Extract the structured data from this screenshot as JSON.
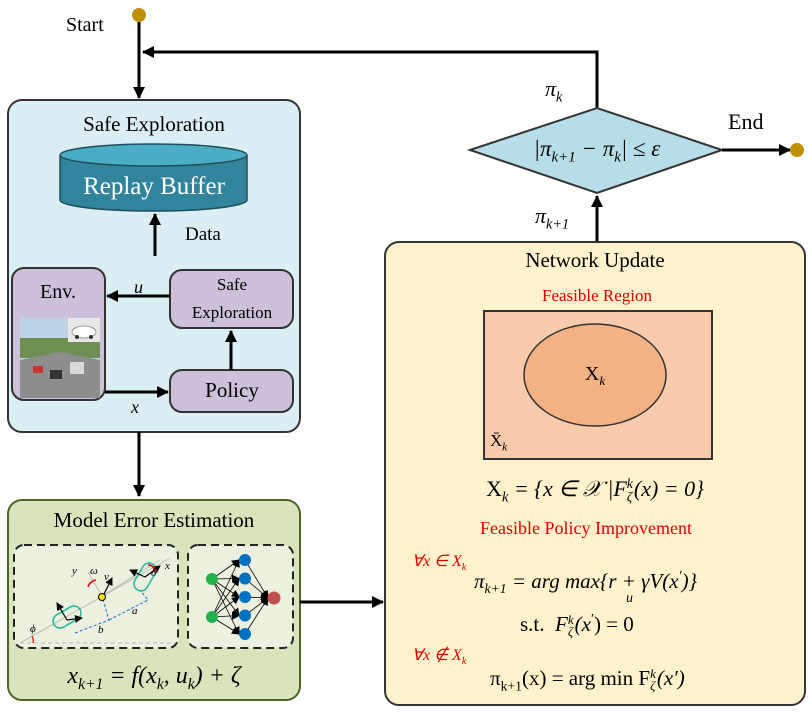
{
  "flow": {
    "start": "Start",
    "end": "End",
    "loop_label": {
      "base": "π",
      "sub": "k"
    },
    "convergence": {
      "open": "|π",
      "sub1": "k+1",
      "mid": " − π",
      "sub2": "k",
      "close": "| ≤ ε"
    },
    "update_label": {
      "base": "π",
      "sub": "k+1"
    }
  },
  "safe_exploration": {
    "title": "Safe Exploration",
    "replay_buffer": "Replay Buffer",
    "data_label": "Data",
    "env": "Env.",
    "safe_exploration_box": [
      "Safe",
      "Exploration"
    ],
    "policy": "Policy",
    "u_label": "u",
    "x_label": "x"
  },
  "model_error": {
    "title": "Model Error Estimation",
    "vehicle_labels": {
      "y": "y",
      "omega": "ω",
      "v": "v",
      "delta": "δ",
      "x": "x",
      "a": "a",
      "b": "b",
      "phi": "ϕ"
    },
    "equation": {
      "lhs": "x",
      "lhs_sub": "k+1",
      "p1": " = f(x",
      "s1": "k",
      "p2": ", u",
      "s2": "k",
      "p3": ") + ζ"
    }
  },
  "network_update": {
    "title": "Network Update",
    "feasible_region": "Feasible Region",
    "set_label": {
      "base": "X",
      "sub": "k"
    },
    "complement_label": {
      "base": "X̄",
      "sub": "k"
    },
    "set_definition": {
      "lhs": "X",
      "lhs_sub": "k",
      "p1": " = {x ∈ 𝒳 |F",
      "sub": "ζ",
      "sup": "k",
      "p2": "(x) = 0}"
    },
    "policy_improvement_title": "Feasible Policy Improvement",
    "cond_in": {
      "text": "∀x ∈ X",
      "sub": "k"
    },
    "eq_max": {
      "lhs": "π",
      "lhs_sub": "k+1",
      "p1": " = arg max{r + γV(x",
      "prime": "′",
      "p2": ")}",
      "under": "u"
    },
    "constraint": {
      "st": "s.t.",
      "F": "F",
      "sub": "ζ",
      "sup": "k",
      "p1": "(x",
      "prime": "′",
      "p2": ") = 0"
    },
    "cond_out": {
      "text": "∀x ∉ X",
      "sub": "k"
    },
    "eq_min": {
      "lhs": "π",
      "lhs_sub": "k+1",
      "p1": "(x) = arg min F",
      "sub": "ζ",
      "sup": "k",
      "p2": "(x′)"
    }
  },
  "colors": {
    "safe_box": "#daeef3",
    "replay_buffer": "#31849b",
    "purple_box": "#ccc0da",
    "model_box": "#d7e4bc",
    "network_box": "#fff2cc",
    "region": "#f8cbad",
    "feasible_set": "#f4b183",
    "diamond": "#b7dee8",
    "terminal_dot": "#bf9000",
    "red_text": "#e00000"
  }
}
